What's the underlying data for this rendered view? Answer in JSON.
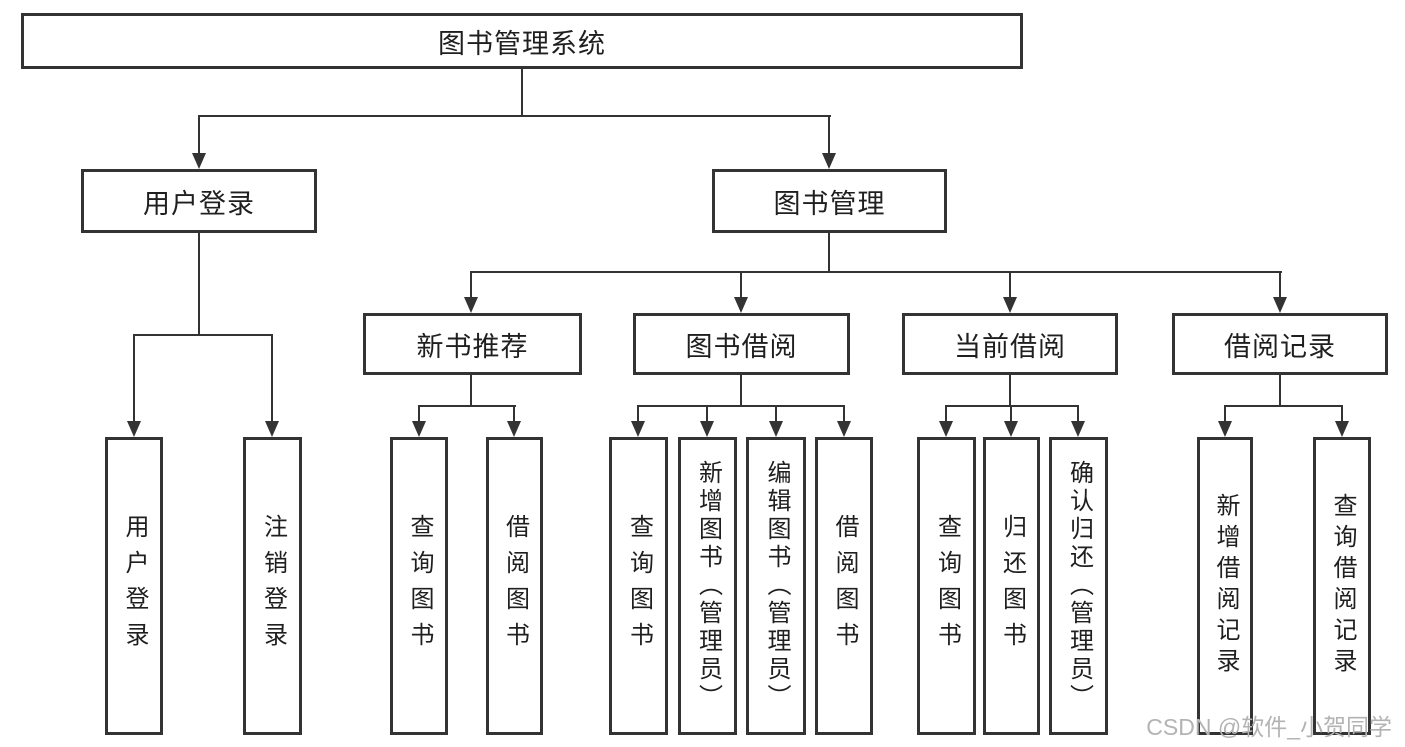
{
  "diagram": {
    "root": "图书管理系统",
    "level2": [
      "用户登录",
      "图书管理"
    ],
    "level3": [
      "新书推荐",
      "图书借阅",
      "当前借阅",
      "借阅记录"
    ],
    "leaves_user_login": [
      "用户登录",
      "注销登录"
    ],
    "leaves_new_book": [
      "查询图书",
      "借阅图书"
    ],
    "leaves_book_borrow": [
      "查询图书",
      "新增图书（管理员）",
      "编辑图书（管理员）",
      "借阅图书"
    ],
    "leaves_current_borrow": [
      "查询图书",
      "归还图书",
      "确认归还（管理员）"
    ],
    "leaves_borrow_record": [
      "新增借阅记录",
      "查询借阅记录"
    ]
  },
  "watermark": "CSDN @软件_小贺同学",
  "colors": {
    "line": "#333333",
    "text": "#1f1f1f",
    "background": "#ffffff",
    "watermark": "#b3b3b3"
  }
}
